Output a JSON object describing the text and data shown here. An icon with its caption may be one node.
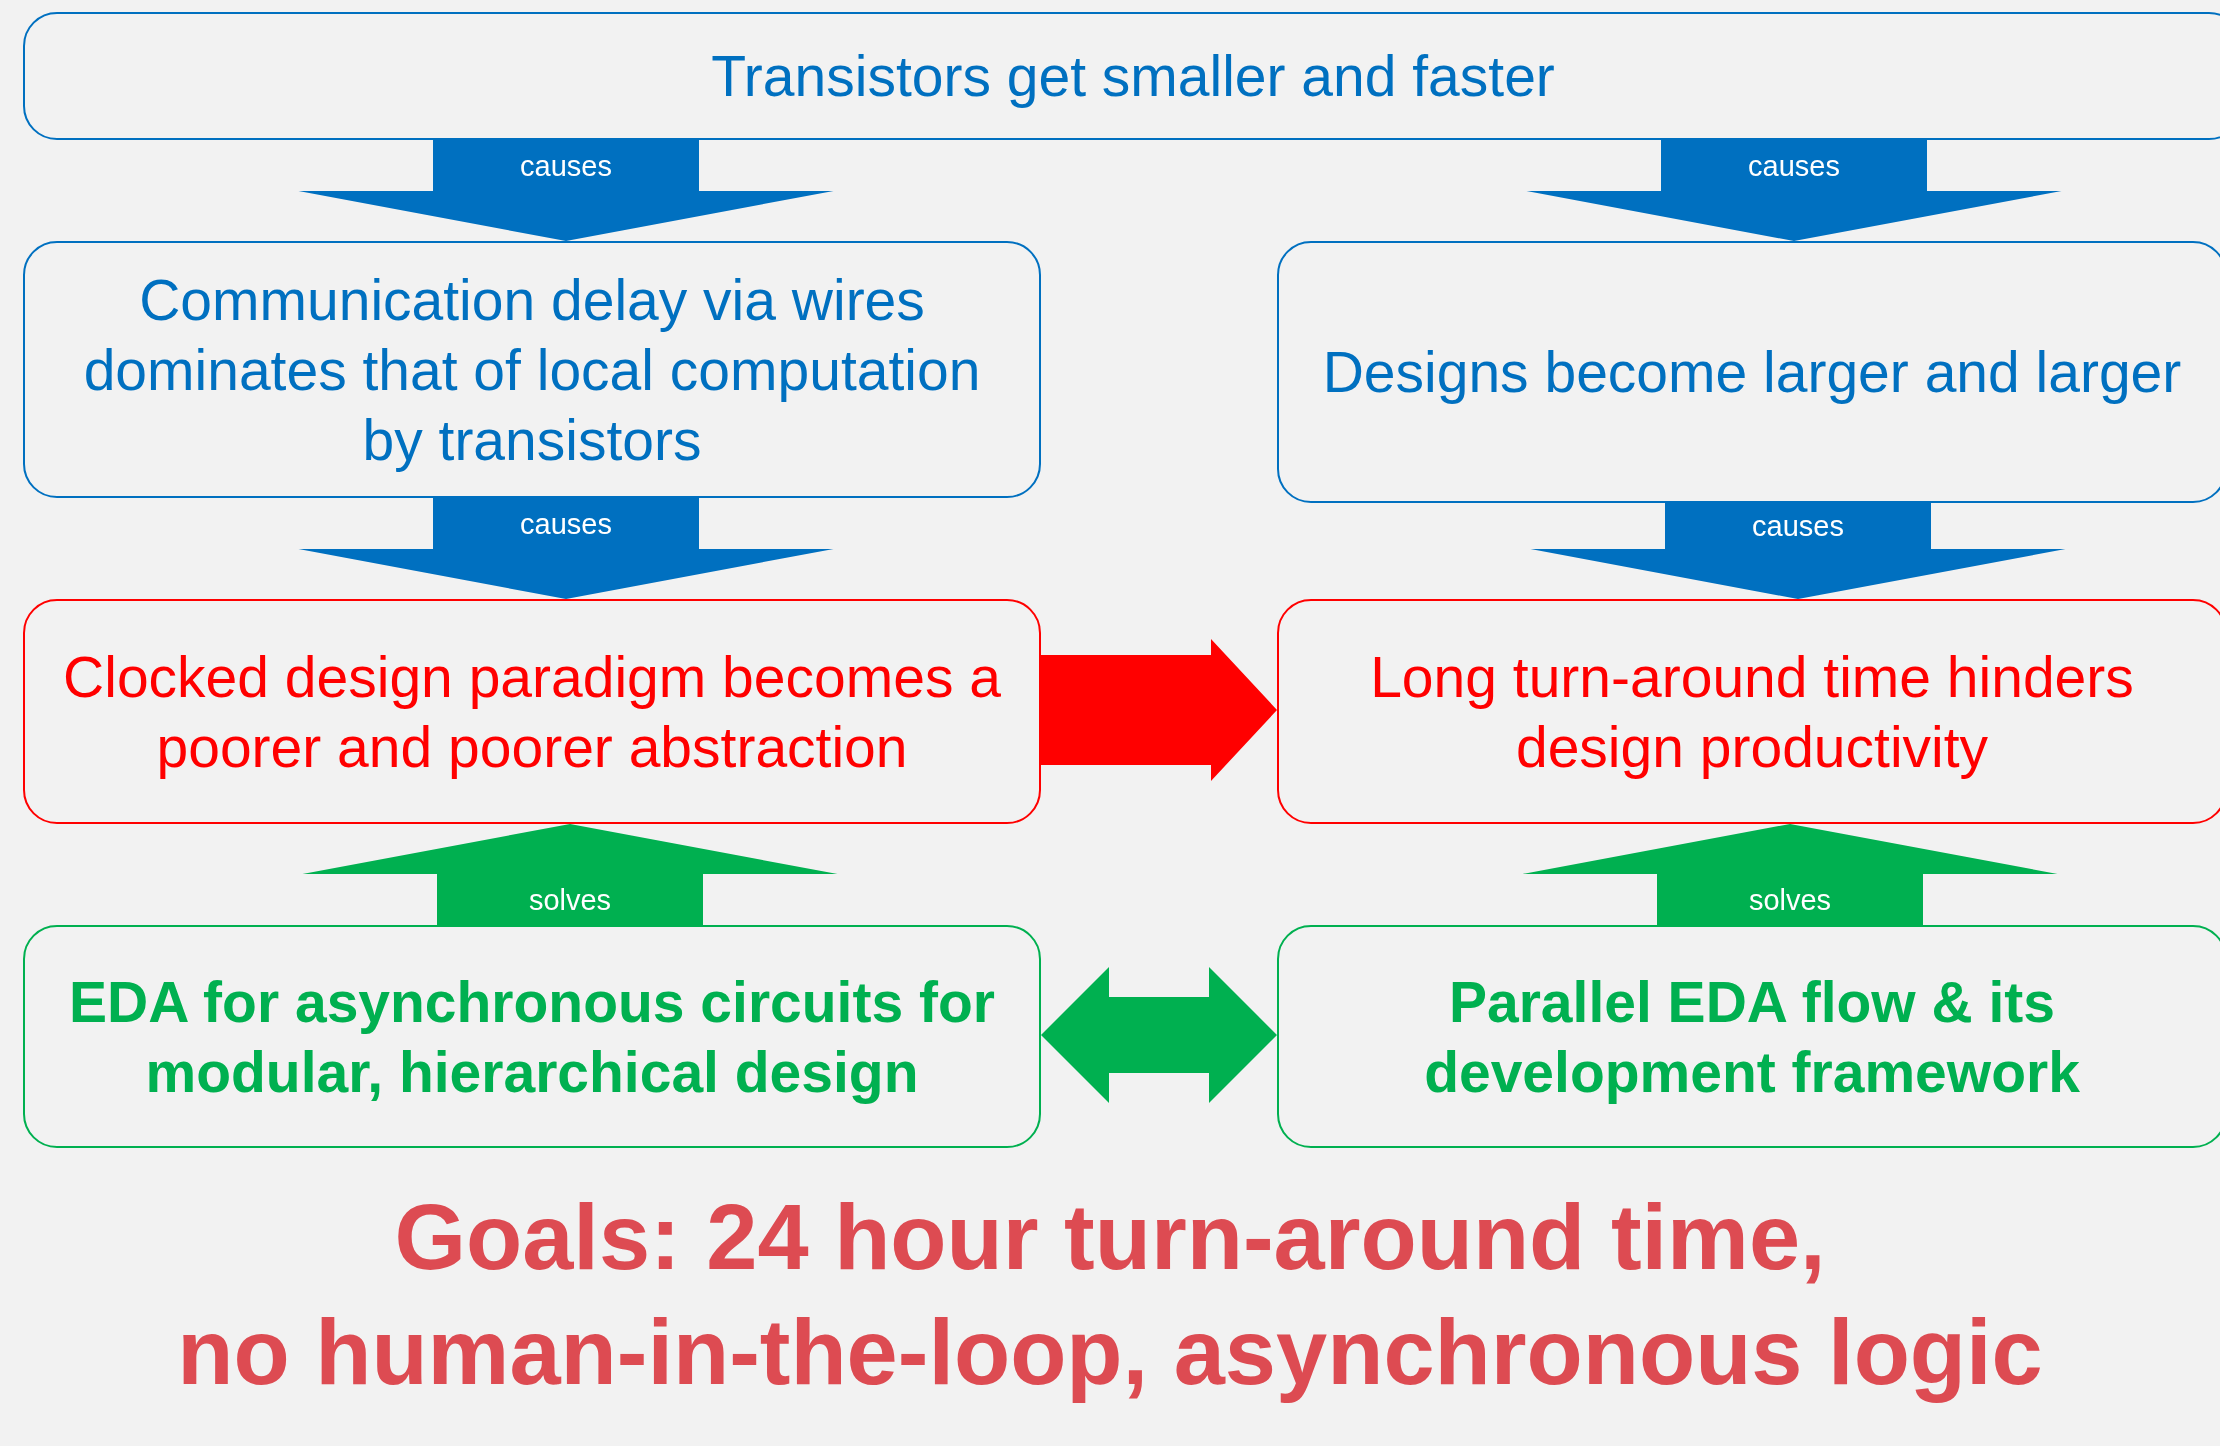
{
  "diagram": {
    "nodes": [
      {
        "text": [
          "Transistors get smaller and faster"
        ]
      },
      {
        "text": [
          "Communication delay via wires dominates that of local computation by transistors"
        ]
      },
      {
        "text": [
          "Designs become larger and larger"
        ]
      },
      {
        "text": [
          "Clocked design paradigm becomes a poorer and poorer abstraction"
        ]
      },
      {
        "text": [
          "Long turn-around time hinders design productivity"
        ]
      },
      {
        "text": [
          "EDA for asynchronous circuits for modular, hierarchical design"
        ]
      },
      {
        "text": [
          "Parallel EDA flow & its development framework"
        ]
      }
    ],
    "edges": [
      {
        "from": 0,
        "to": 1,
        "arrow": "to",
        "label": "causes"
      },
      {
        "from": 0,
        "to": 2,
        "arrow": "to",
        "label": "causes"
      },
      {
        "from": 1,
        "to": 3,
        "arrow": "to",
        "label": "causes"
      },
      {
        "from": 2,
        "to": 4,
        "arrow": "to",
        "label": "causes"
      },
      {
        "from": 3,
        "to": 4,
        "arrow": "to",
        "color": "#ff0000"
      },
      {
        "from": 5,
        "to": 3,
        "arrow": "to",
        "label": "solves",
        "color": "#00b050"
      },
      {
        "from": 6,
        "to": 4,
        "arrow": "to",
        "label": "solves",
        "color": "#00b050"
      },
      {
        "from": 5,
        "to": 6,
        "arrow": "both",
        "color": "#00b050"
      }
    ],
    "labels": [
      "Goals: 24 hour turn-around time,",
      "no human-in-the-loop, asynchronous logic"
    ]
  }
}
